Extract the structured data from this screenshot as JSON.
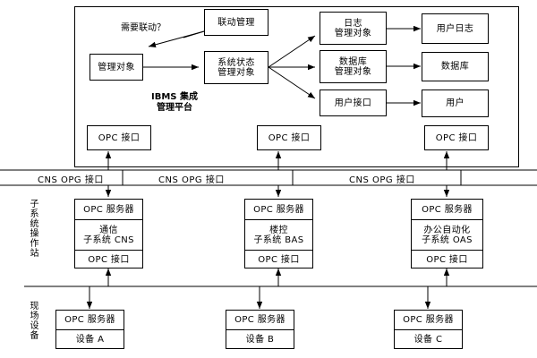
{
  "diagram": {
    "title_block": {
      "line1": "IBMS 集成",
      "line2": "管理平台"
    },
    "condition_label": "需要联动？",
    "ibms_boxes": {
      "linkage_mgmt": {
        "line1": "联动管理"
      },
      "managed_object": {
        "line1": "管理对象"
      },
      "system_state_object": {
        "line1": "系统状态",
        "line2": "管理对象"
      },
      "log_object": {
        "line1": "日志",
        "line2": "管理对象"
      },
      "db_object": {
        "line1": "数据库",
        "line2": "管理对象"
      },
      "user_interface": {
        "line1": "用户接口"
      },
      "user_log": {
        "line1": "用户日志"
      },
      "database": {
        "line1": "数据库"
      },
      "user": {
        "line1": "用户"
      }
    },
    "ibms_opc_interfaces": [
      {
        "label": "OPC 接口"
      },
      {
        "label": "OPC 接口"
      },
      {
        "label": "OPC 接口"
      }
    ],
    "bus_labels": [
      {
        "label": "CNS  OPG 接口"
      },
      {
        "label": "CNS  OPG 接口"
      },
      {
        "label": "CNS  OPG 接口"
      }
    ],
    "side_labels": {
      "subsystem_station": "子系统操作站",
      "field_devices": "现场设备"
    },
    "subsystems": [
      {
        "server": "OPC 服务器",
        "name_line1": "通信",
        "name_line2": "子系统 CNS",
        "interface": "OPC 接口"
      },
      {
        "server": "OPC 服务器",
        "name_line1": "楼控",
        "name_line2": "子系统 BAS",
        "interface": "OPC 接口"
      },
      {
        "server": "OPC 服务器",
        "name_line1": "办公自动化",
        "name_line2": "子系统 OAS",
        "interface": "OPC 接口"
      }
    ],
    "devices": [
      {
        "server": "OPC 服务器",
        "name": "设备 A"
      },
      {
        "server": "OPC 服务器",
        "name": "设备 B"
      },
      {
        "server": "OPC 服务器",
        "name": "设备 C"
      }
    ],
    "colors": {
      "line": "#000000",
      "background": "#ffffff"
    }
  }
}
